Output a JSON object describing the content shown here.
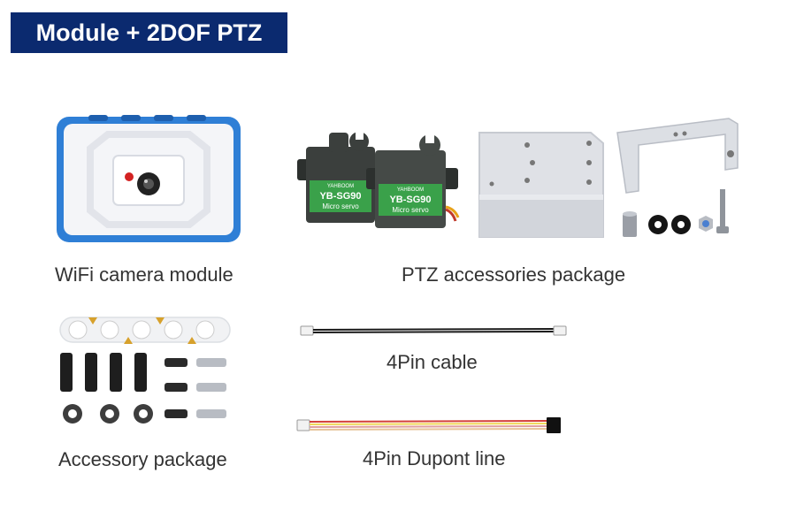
{
  "title": "Module + 2DOF PTZ",
  "captions": {
    "camera": "WiFi camera module",
    "ptz": "PTZ accessories package",
    "accessory": "Accessory package",
    "cable4pin": "4Pin cable",
    "dupont": "4Pin Dupont line"
  },
  "servo": {
    "brand": "YAHBOOM",
    "model": "YB-SG90",
    "subtitle": "Micro servo"
  },
  "colors": {
    "title_bg": "#0b2a6f",
    "camera_blue": "#2f7fd6",
    "servo_green": "#3aa14a",
    "servo_body": "#3b3f3d",
    "bracket": "#d9dbe0"
  }
}
